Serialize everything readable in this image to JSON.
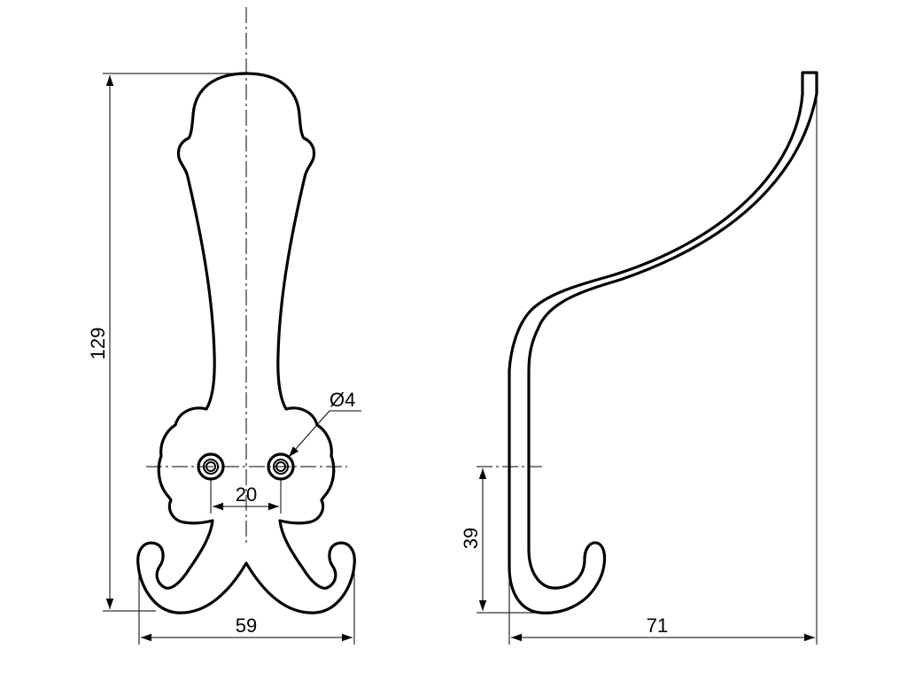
{
  "dimensions": {
    "front_height": "129",
    "front_width": "59",
    "hole_spacing": "20",
    "hole_diameter": "Ø4",
    "side_depth": "71",
    "side_hook_height": "39"
  }
}
